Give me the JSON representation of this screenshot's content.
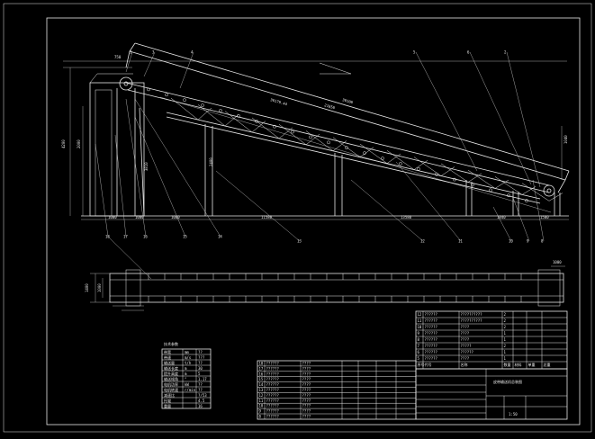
{
  "drawing": {
    "colors": {
      "background": "#000000",
      "lines": "#e8e8e8",
      "accent": "#ff4040"
    },
    "elevation_dims": {
      "top_left": "750",
      "total_height": "4200",
      "inner_height": "2000",
      "length_main": "30100",
      "length_inner": "21850",
      "belt_len": "36179.44",
      "leg_height": "3810",
      "right_height": "1040",
      "bottom_spans": [
        "1000",
        "1000",
        "1000",
        "11580",
        "13580",
        "1840",
        "1500"
      ],
      "mid_dim": "2400"
    },
    "balloons_top": [
      "1",
      "3",
      "4",
      "5",
      "6",
      "2"
    ],
    "balloons_bottom": [
      "18",
      "17",
      "16",
      "15",
      "14",
      "13",
      "12",
      "11",
      "10",
      "9",
      "8"
    ],
    "plan_dims": {
      "width": "1400",
      "inner": "1000",
      "right": "1000"
    },
    "spec_table": {
      "title": "技术参数",
      "rows": [
        [
          "带宽",
          "mm",
          "??"
        ],
        [
          "带速",
          "m/s",
          "???"
        ],
        [
          "输送量",
          "t/h",
          "??"
        ],
        [
          "输送长度",
          "m",
          "30"
        ],
        [
          "提升高度",
          "m",
          "5"
        ],
        [
          "输送倾角",
          "°",
          "1.17"
        ],
        [
          "电机功率",
          "kW",
          "??"
        ],
        [
          "电机转速",
          "r/min",
          "??"
        ],
        [
          "减速比",
          "",
          "?/53"
        ],
        [
          "托辊",
          "",
          "4.5"
        ],
        [
          "重量",
          "",
          "16"
        ]
      ]
    },
    "bom_right": [
      [
        "12",
        "??????",
        "??????????",
        "2",
        "",
        "",
        ""
      ],
      [
        "11",
        "??????",
        "??????????",
        "2",
        "",
        "",
        ""
      ],
      [
        "10",
        "??????",
        "????",
        "2",
        "",
        "",
        ""
      ],
      [
        "9",
        "??????",
        "????",
        "1",
        "",
        "",
        ""
      ],
      [
        "8",
        "??????",
        "????",
        "1",
        "",
        "",
        ""
      ],
      [
        "7",
        "??????",
        "?????",
        "2",
        "",
        "",
        ""
      ],
      [
        "6",
        "??????",
        "??????",
        "1",
        "",
        "",
        ""
      ],
      [
        "5",
        "??????",
        "????",
        "1",
        "",
        "",
        ""
      ]
    ],
    "bom_right_header": [
      "序号",
      "代号",
      "名称",
      "数量",
      "材料",
      "单重",
      "总重"
    ],
    "bom_left": [
      [
        "18",
        "??????",
        "????",
        "",
        "",
        "",
        ""
      ],
      [
        "17",
        "??????",
        "????",
        "",
        "",
        "",
        ""
      ],
      [
        "16",
        "??????",
        "????",
        "",
        "",
        "",
        ""
      ],
      [
        "15",
        "??????",
        "????",
        "",
        "",
        "",
        ""
      ],
      [
        "14",
        "??????",
        "????",
        "",
        "",
        "",
        ""
      ],
      [
        "13",
        "??????",
        "????",
        "",
        "",
        "",
        ""
      ],
      [
        "12",
        "??????",
        "????",
        "",
        "",
        "",
        ""
      ],
      [
        "11",
        "??????",
        "????",
        "",
        "",
        "",
        ""
      ],
      [
        "10",
        "??????",
        "????",
        "",
        "",
        "",
        ""
      ],
      [
        "9",
        "??????",
        "????",
        "",
        "",
        "",
        ""
      ],
      [
        "8",
        "??????",
        "????",
        "",
        "",
        "",
        ""
      ]
    ],
    "title_block": {
      "drawing_title": "皮带输送机总装图",
      "company": "",
      "scale": "1:50",
      "sheet": ""
    }
  }
}
